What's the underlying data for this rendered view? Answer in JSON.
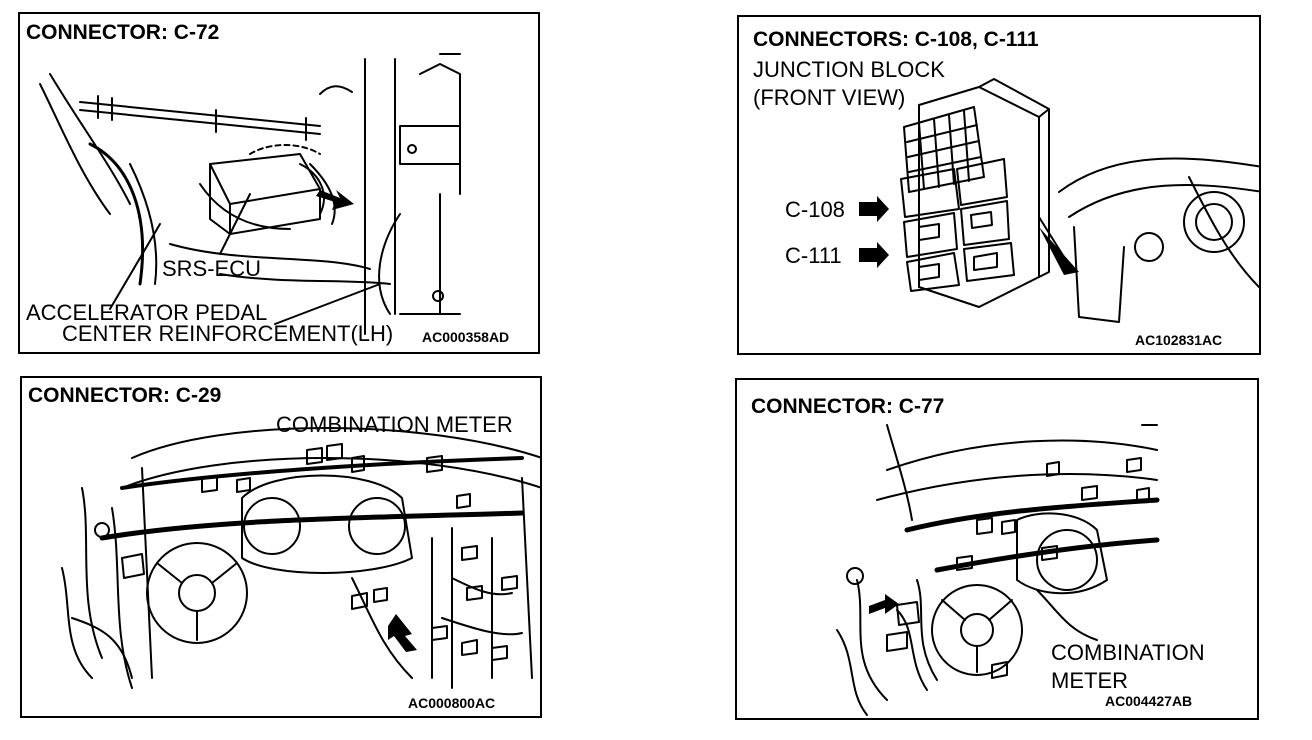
{
  "panels": {
    "c72": {
      "title": "CONNECTOR: C-72",
      "labels": {
        "srs_ecu": "SRS-ECU",
        "accel_pedal": "ACCELERATOR PEDAL",
        "center_reinf": "CENTER REINFORCEMENT(LH)"
      },
      "code": "AC000358AD"
    },
    "c108_c111": {
      "title": "CONNECTORS: C-108, C-111",
      "subtitle_line1": "JUNCTION BLOCK",
      "subtitle_line2": "(FRONT VIEW)",
      "labels": {
        "c108": "C-108",
        "c111": "C-111"
      },
      "code": "AC102831AC"
    },
    "c29": {
      "title": "CONNECTOR: C-29",
      "labels": {
        "combination_meter": "COMBINATION METER"
      },
      "code": "AC000800AC"
    },
    "c77": {
      "title": "CONNECTOR: C-77",
      "labels": {
        "combination_line1": "COMBINATION",
        "combination_line2": "METER"
      },
      "code": "AC004427AB"
    }
  },
  "icons": [
    "arrow-icon"
  ]
}
